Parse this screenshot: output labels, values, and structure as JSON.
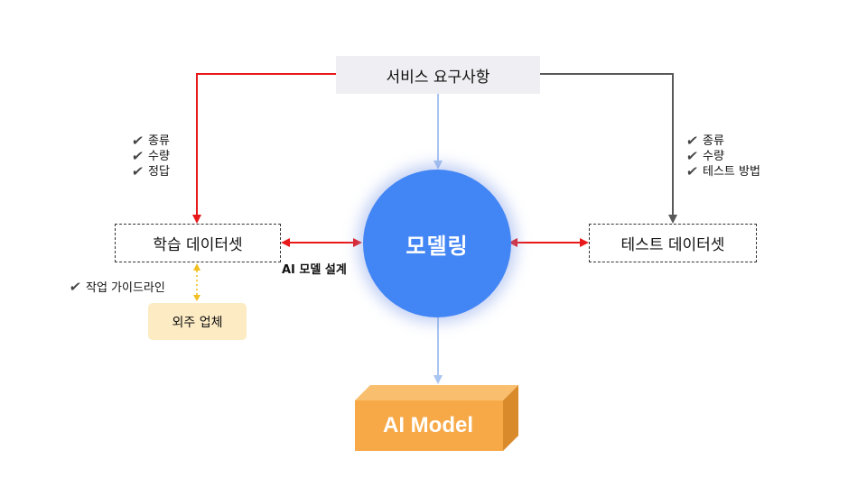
{
  "diagram": {
    "requirements_box": {
      "label": "서비스 요구사항"
    },
    "modeling_circle": {
      "label": "모델링"
    },
    "train_dataset": {
      "label": "학습 데이터셋"
    },
    "test_dataset": {
      "label": "테스트 데이터셋"
    },
    "vendor_box": {
      "label": "외주 업체"
    },
    "ai_model_box": {
      "label": "AI Model"
    },
    "design_label": "AI 모델 설계",
    "left_checklist": [
      {
        "label": "종류"
      },
      {
        "label": "수량"
      },
      {
        "label": "정답"
      }
    ],
    "right_checklist": [
      {
        "label": "종류"
      },
      {
        "label": "수량"
      },
      {
        "label": "테스트 방법"
      }
    ],
    "guide_note": {
      "label": "작업 가이드라인"
    },
    "check_symbol": "✔"
  },
  "colors": {
    "circle_fill": "#4285f4",
    "red_arrow": "#e8191a",
    "gray_arrow": "#595959",
    "blue_arrow": "#a8c4f0",
    "yellow_dotted": "#f0c020",
    "model_front": "#f7a948",
    "model_side": "#d98a2b",
    "model_top": "#f9bf6e",
    "requirements_fill": "#efeef2",
    "vendor_fill": "#fdebc4"
  }
}
